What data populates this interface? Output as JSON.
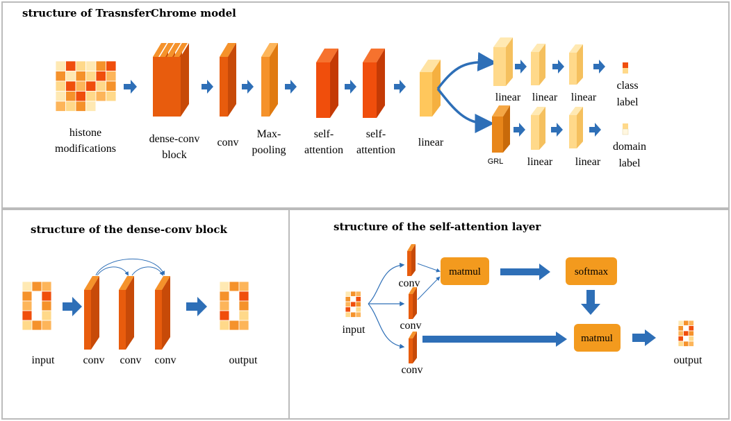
{
  "panels": {
    "top": {
      "title": "structure of TrasnsferChrome model",
      "labels": {
        "input_line1": "histone",
        "input_line2": "modifications",
        "dense_line1": "dense-conv",
        "dense_line2": "block",
        "conv": "conv",
        "maxpool_line1": "Max-",
        "maxpool_line2": "pooling",
        "selfatt1_line1": "self-",
        "selfatt1_line2": "attention",
        "selfatt2_line1": "self-",
        "selfatt2_line2": "attention",
        "linear_main": "linear",
        "class_linear1": "linear",
        "class_linear2": "linear",
        "class_linear3": "linear",
        "class_line1": "class",
        "class_line2": "label",
        "grl": "GRL",
        "domain_linear1": "linear",
        "domain_linear2": "linear",
        "domain_line1": "domain",
        "domain_line2": "label"
      }
    },
    "dense_block": {
      "title": "structure of the dense-conv block",
      "labels": {
        "input": "input",
        "conv1": "conv",
        "conv2": "conv",
        "conv3": "conv",
        "output": "output"
      }
    },
    "self_attention": {
      "title": "structure of the self-attention layer",
      "labels": {
        "input": "input",
        "conv1": "conv",
        "conv2": "conv",
        "conv3": "conv",
        "matmul1": "matmul",
        "softmax": "softmax",
        "matmul2": "matmul",
        "output": "output"
      }
    }
  },
  "colors": {
    "arrow_blue": "#2E6FB7",
    "dark_orange": "#E85C0D",
    "orange": "#F5922B",
    "deep_red_orange": "#F04E0C",
    "light_yellow": "#FFD98A",
    "pale_yellow": "#FFE9B3",
    "box_orange": "#F39A1E",
    "frame_gray": "#BBBBBB"
  }
}
